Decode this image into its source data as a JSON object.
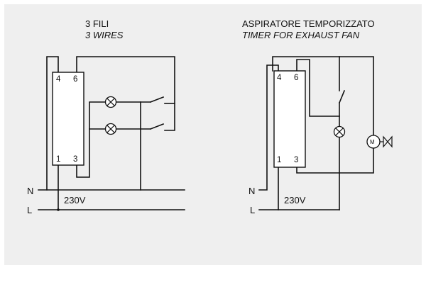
{
  "left": {
    "title": "3 FILI",
    "subtitle": "3 WIRES",
    "terminals": {
      "t4": "4",
      "t6": "6",
      "t1": "1",
      "t3": "3"
    },
    "neutral_label": "N",
    "line_label": "L",
    "voltage": "230V"
  },
  "right": {
    "title": "ASPIRATORE TEMPORIZZATO",
    "subtitle": "TIMER FOR EXHAUST FAN",
    "terminals": {
      "t4": "4",
      "t6": "6",
      "t1": "1",
      "t3": "3"
    },
    "neutral_label": "N",
    "line_label": "L",
    "voltage": "230V",
    "motor_symbol": "M"
  },
  "colors": {
    "background_panel": "#efefef",
    "wire": "#111111"
  }
}
